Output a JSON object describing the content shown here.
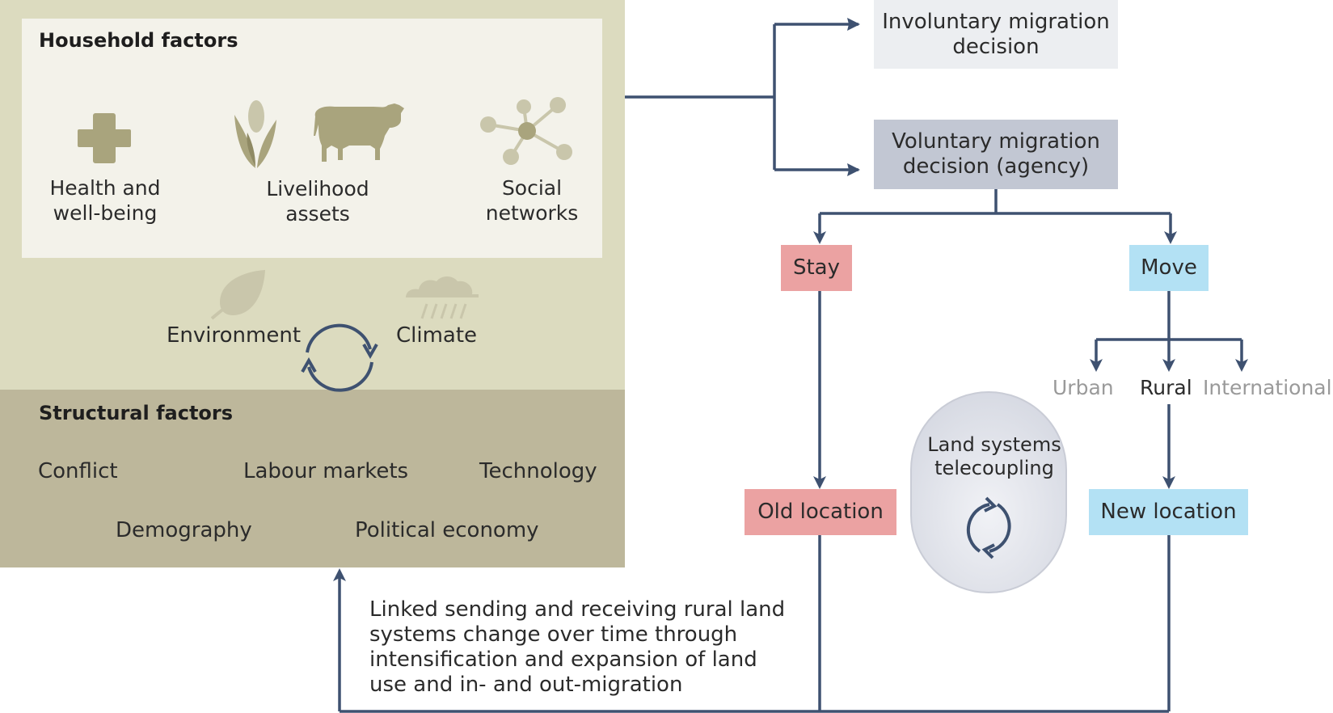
{
  "household": {
    "heading": "Household factors",
    "health": "Health and\nwell-being",
    "livelihood": "Livelihood\nassets",
    "social": "Social\nnetworks",
    "environment": "Environment",
    "climate": "Climate"
  },
  "structural": {
    "heading": "Structural factors",
    "conflict": "Conflict",
    "labour": "Labour markets",
    "technology": "Technology",
    "demography": "Demography",
    "political": "Political economy"
  },
  "decisions": {
    "involuntary": "Involuntary migration\ndecision",
    "voluntary": "Voluntary migration\ndecision (agency)"
  },
  "outcomes": {
    "stay": "Stay",
    "move": "Move",
    "urban": "Urban",
    "rural": "Rural",
    "international": "International",
    "old_location": "Old location",
    "new_location": "New location",
    "telecoupling": "Land systems\ntelecoupling"
  },
  "feedback_text": "Linked sending and receiving rural land\nsystems change over time through\nintensification and expansion of land\nuse and in- and out-migration",
  "colors": {
    "connector": "#3e5170",
    "icon": "#a9a47d",
    "icon_light": "#c9c6ab",
    "stay_old": "#eba2a2",
    "move_new": "#b3e1f4",
    "muted_text": "#9a9a9a"
  }
}
